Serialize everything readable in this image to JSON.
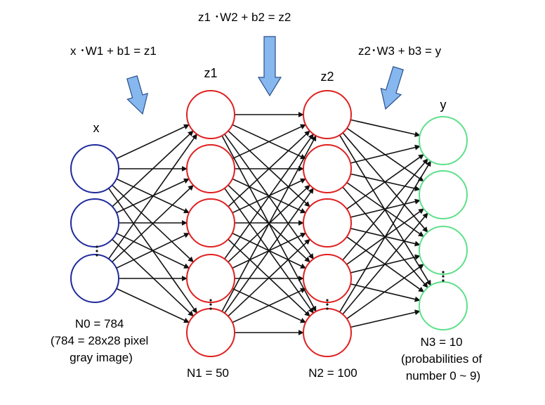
{
  "equations": {
    "layer1": "x ･W1 + b1 = z1",
    "layer2": "z1 ･W2 + b2 = z2",
    "layer3": "z2･W3 + b3 = y"
  },
  "layers": {
    "input": {
      "label": "x",
      "caption_lines": [
        "N0 = 784",
        "(784 = 28x28 pixel",
        "gray image)"
      ],
      "color": "#1f2a9c"
    },
    "hidden1": {
      "label": "z1",
      "caption_lines": [
        "N1 = 50"
      ],
      "color": "#e02020"
    },
    "hidden2": {
      "label": "z2",
      "caption_lines": [
        "N2 = 100"
      ],
      "color": "#e02020"
    },
    "output": {
      "label": "y",
      "caption_lines": [
        "N3 = 10",
        "(probabilities of",
        "number 0 ~ 9)"
      ],
      "color": "#5ee08a"
    }
  },
  "colors": {
    "arrow_fill": "#86b7ee",
    "arrow_stroke": "#2a4f8a",
    "edge": "#111111"
  }
}
